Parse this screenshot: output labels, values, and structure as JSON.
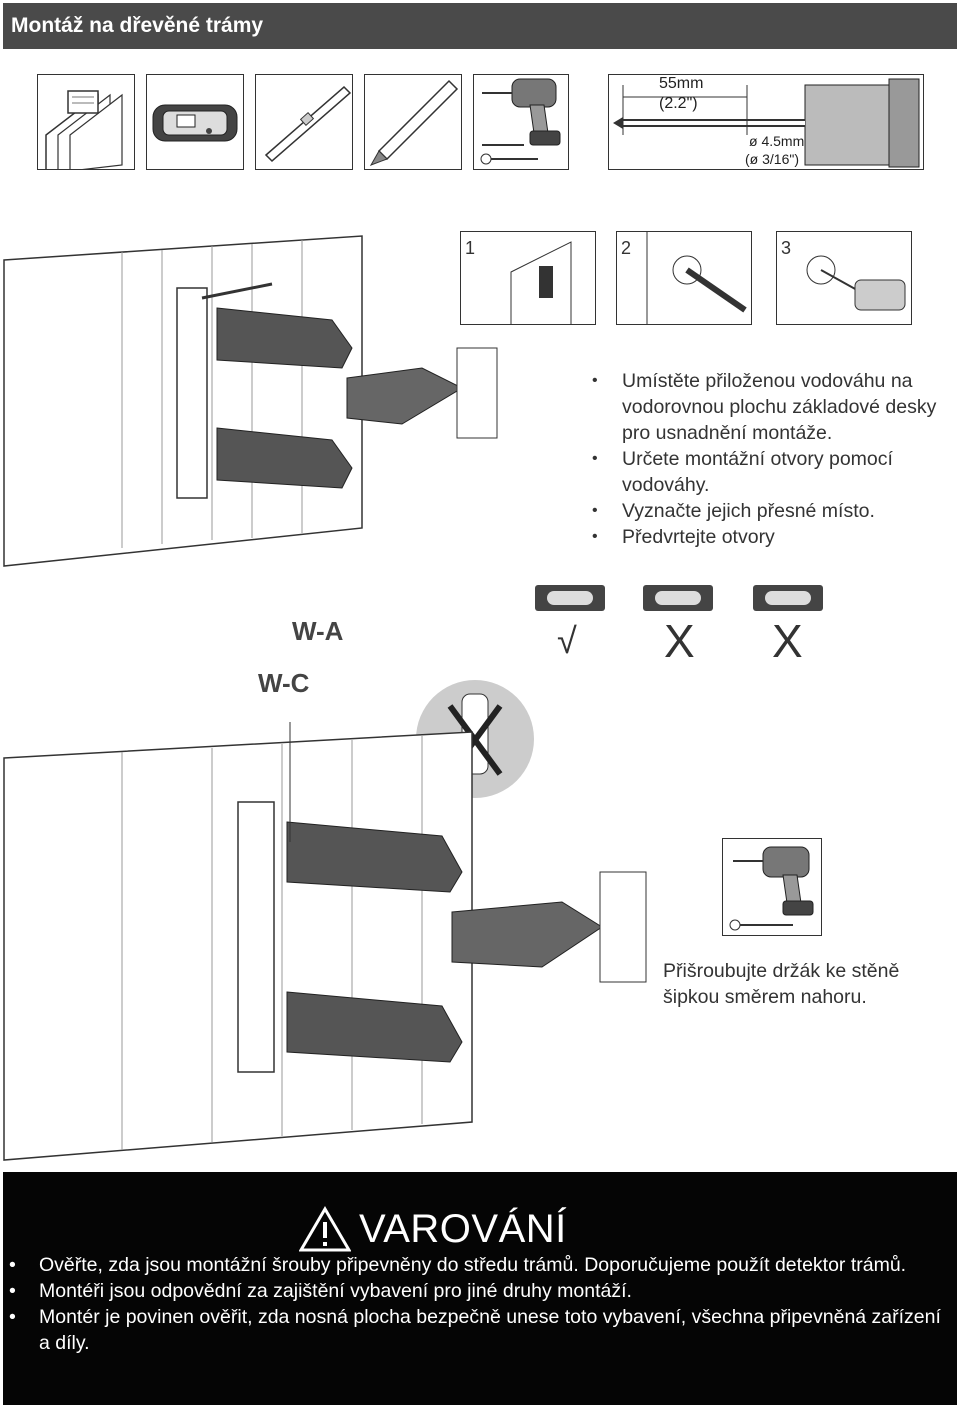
{
  "header": {
    "title": "Montáž na dřevěné trámy"
  },
  "tools": {
    "icons": [
      "wood-stud-icon",
      "bubble-level-icon",
      "ruler-icon",
      "pencil-icon",
      "drill-icon"
    ],
    "drill_depth": "55mm",
    "drill_depth_inch": "(2.2\")",
    "drill_diameter": "ø 4.5mm",
    "drill_diameter_inch": "(ø 3/16\")"
  },
  "steps": {
    "labels": [
      "1",
      "2",
      "3"
    ]
  },
  "instructions": {
    "items": [
      "Umístěte přiloženou vodováhu na vodorovnou plochu základové desky pro usnadnění montáže.",
      "Určete montážní otvory pomocí vodováhy.",
      "Vyznačte jejich přesné místo.",
      "Předvrtejte otvory"
    ]
  },
  "labels": {
    "wa": "W-A",
    "wc": "W-C"
  },
  "level_check": {
    "correct": "√",
    "wrong1": "X",
    "wrong2": "X"
  },
  "mount_note": "Přišroubujte držák ke stěně šipkou směrem nahoru.",
  "warning": {
    "title": "VAROVÁNÍ",
    "items": [
      "Ověřte, zda jsou montážní šrouby připevněny do středu trámů. Doporučujeme použít detektor trámů.",
      "Montéři jsou odpovědní za zajištění vybavení pro jiné druhy montáží.",
      "Montér je povinen ověřit, zda nosná plocha bezpečně unese toto vybavení, všechna připevněná zařízení a díly."
    ]
  }
}
